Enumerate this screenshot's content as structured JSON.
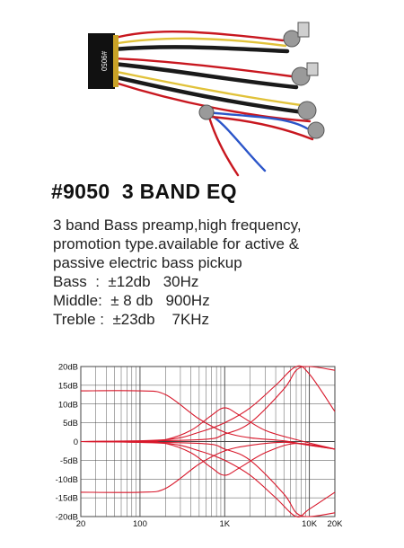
{
  "product": {
    "title": "#9050  3 BAND EQ",
    "description_lines": [
      "3 band Bass preamp,high frequency,",
      "promotion type.available for active &",
      "passive electric bass pickup"
    ],
    "specs": [
      {
        "text": "Bass  :  ±12db   30Hz"
      },
      {
        "text": "Middle:  ± 8 db   900Hz"
      },
      {
        "text": "Treble :  ±23db    7KHz"
      }
    ],
    "chip_label": "#9050"
  },
  "colors": {
    "curve": "#d8182b",
    "grid": "#444444",
    "wire_red": "#c8171f",
    "wire_blue": "#2b55c9",
    "wire_black": "#1a1a1a",
    "wire_yellow": "#e1c23a",
    "chip": "#111111"
  },
  "chart_data": {
    "type": "line",
    "xscale": "log",
    "xlim": [
      20,
      20000
    ],
    "ylim": [
      -20,
      20
    ],
    "y_tick_labels": [
      "20dB",
      "15dB",
      "10dB",
      "5dB",
      "0",
      "-5dB",
      "-10dB",
      "-15dB",
      "-20dB"
    ],
    "y_ticks": [
      20,
      15,
      10,
      5,
      0,
      -5,
      -10,
      -15,
      -20
    ],
    "x_tick_labels": [
      "20",
      "100",
      "1K",
      "10K",
      "20K"
    ],
    "x_ticks": [
      20,
      100,
      1000,
      10000,
      20000
    ],
    "grid": true,
    "series": [
      {
        "x": [
          20,
          100,
          200,
          500,
          1000,
          2000,
          5000,
          10000,
          20000
        ],
        "y": [
          13.5,
          13.5,
          12.5,
          6,
          2.5,
          1,
          0.2,
          -1,
          -2
        ]
      },
      {
        "x": [
          20,
          100,
          200,
          500,
          1000,
          2000,
          5000,
          10000,
          20000
        ],
        "y": [
          -13.5,
          -13.5,
          -12.5,
          -6,
          -2.5,
          -1,
          -0.2,
          -1,
          -2
        ]
      },
      {
        "x": [
          20,
          100,
          200,
          400,
          700,
          1000,
          1500,
          3000,
          7000,
          20000
        ],
        "y": [
          0,
          0,
          0.5,
          3,
          7,
          9,
          7,
          3,
          0.5,
          -2
        ]
      },
      {
        "x": [
          20,
          100,
          200,
          400,
          700,
          1000,
          1500,
          3000,
          7000,
          20000
        ],
        "y": [
          0,
          0,
          -0.5,
          -3,
          -7,
          -9,
          -7,
          -3,
          -0.5,
          -2
        ]
      },
      {
        "x": [
          20,
          200,
          500,
          1000,
          2000,
          4000,
          7000,
          10000,
          20000
        ],
        "y": [
          0,
          0.5,
          2.5,
          5,
          9,
          15,
          20,
          18,
          8
        ]
      },
      {
        "x": [
          20,
          200,
          500,
          1000,
          2000,
          4000,
          7000,
          10000,
          20000
        ],
        "y": [
          0,
          -0.5,
          -2.5,
          -5,
          -9,
          -15,
          -20,
          -18,
          -13.5
        ]
      },
      {
        "x": [
          20,
          500,
          1000,
          2000,
          5000,
          7000,
          10000,
          20000
        ],
        "y": [
          0,
          0.5,
          2,
          5,
          14,
          19,
          20,
          19
        ]
      },
      {
        "x": [
          20,
          500,
          1000,
          2000,
          5000,
          7000,
          10000,
          20000
        ],
        "y": [
          0,
          -0.5,
          -2,
          -5,
          -14,
          -19,
          -20,
          -19
        ]
      }
    ]
  }
}
